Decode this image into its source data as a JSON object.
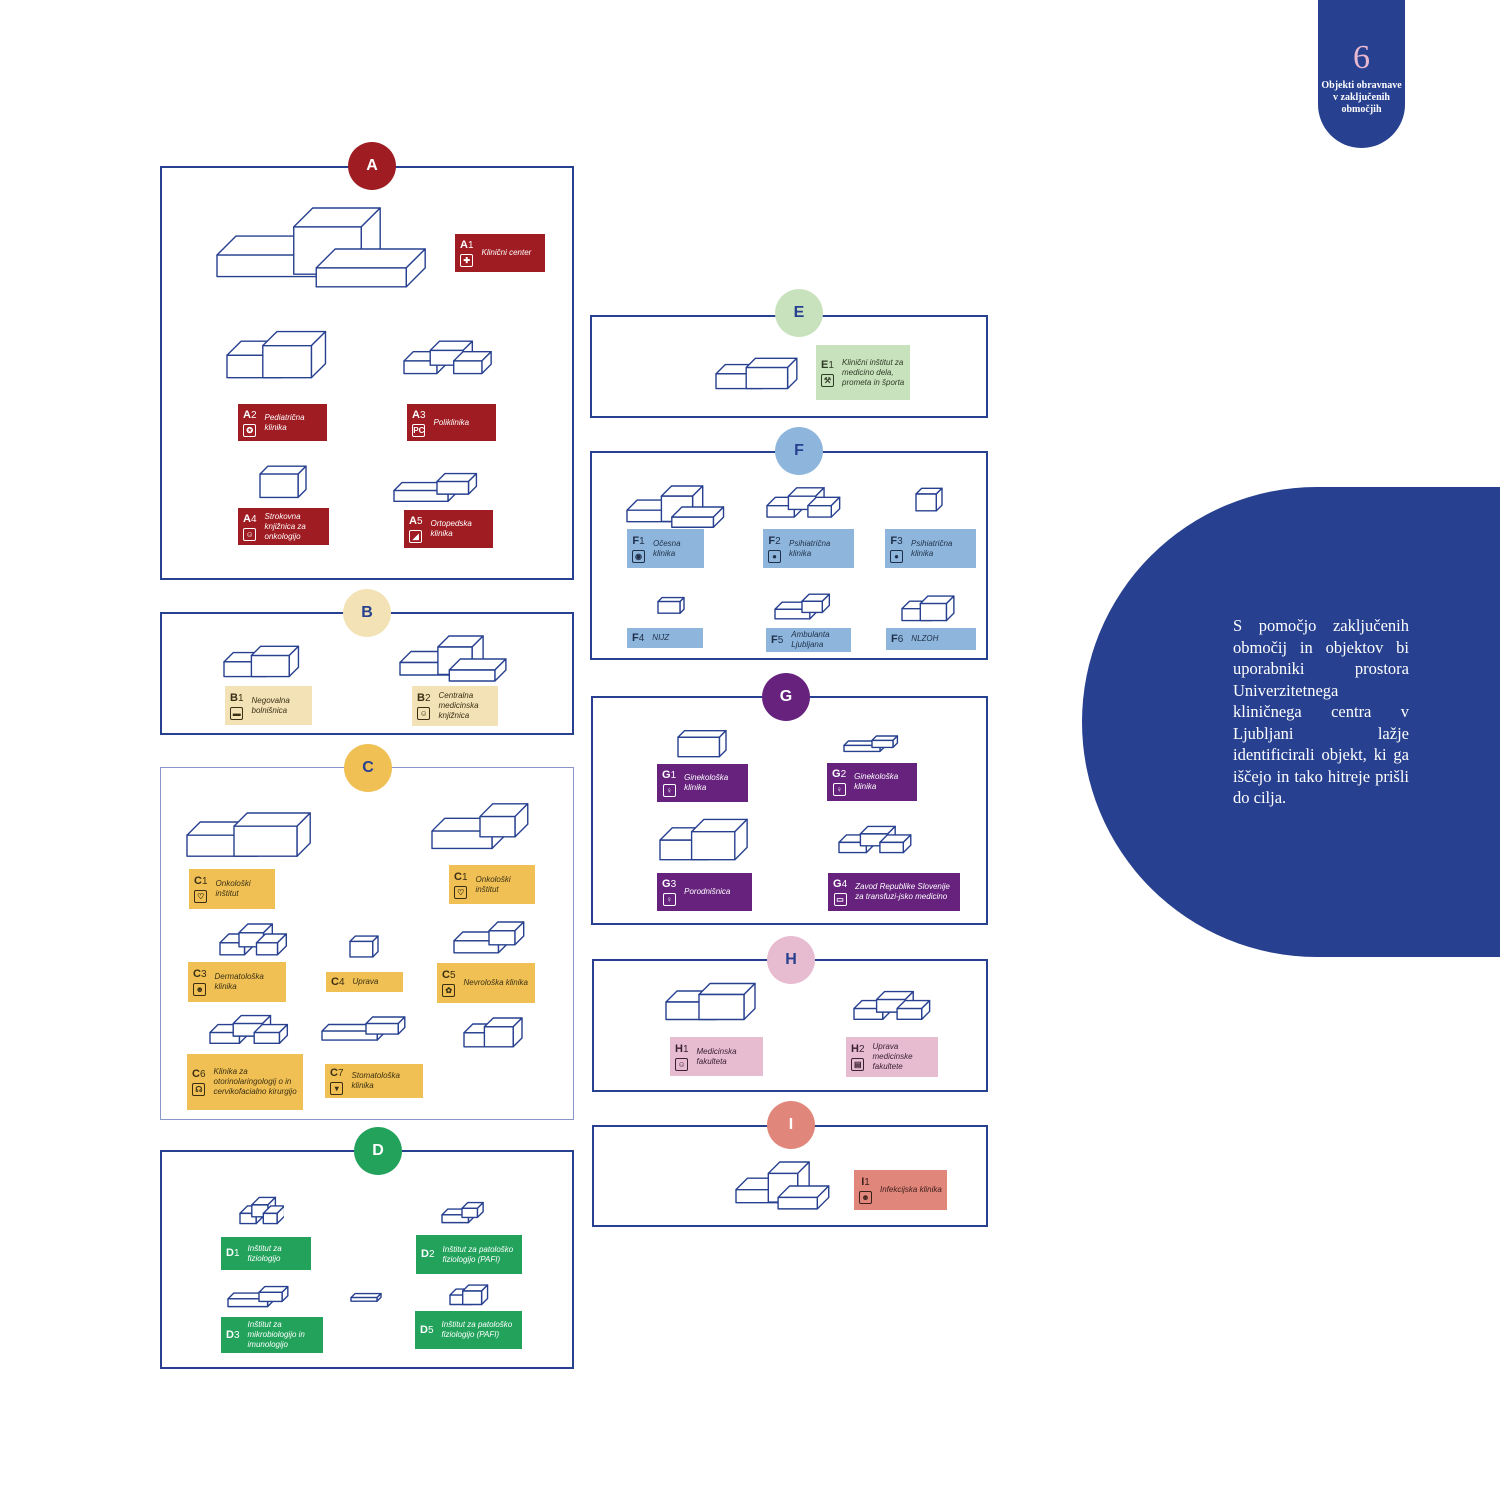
{
  "page_tab": {
    "number": "6",
    "caption": "Objekti obravnave v zaključenih območjih"
  },
  "intro_text": "S pomočjo zaključenih območij in objektov bi uporabniki prostora Univerzitetnega kliničnega centra v Ljubljani lažje identificirali objekt, ki ga iščejo in tako hitreje prišli do cilja.",
  "colors": {
    "navy": "#27408f",
    "A": "#9e1c22",
    "B": "#f2e2b6",
    "C": "#f0c054",
    "D": "#23a25c",
    "E": "#c9e2be",
    "F": "#8eb6dc",
    "G": "#66227d",
    "H": "#e7bcd0",
    "I": "#e1867a"
  },
  "zones": [
    {
      "letter": "A",
      "buildings": [
        {
          "code": "A",
          "num": "1",
          "name": "Klinični center",
          "icon": "cross-icon"
        },
        {
          "code": "A",
          "num": "2",
          "name": "Pediatrična klinika",
          "icon": "medal-icon"
        },
        {
          "code": "A",
          "num": "3",
          "name": "Poliklinika",
          "icon": "pc-icon"
        },
        {
          "code": "A",
          "num": "4",
          "name": "Strokovna knjižnica za onkologijo",
          "icon": "people-icon"
        },
        {
          "code": "A",
          "num": "5",
          "name": "Ortopedska klinika",
          "icon": "bone-icon"
        }
      ]
    },
    {
      "letter": "B",
      "buildings": [
        {
          "code": "B",
          "num": "1",
          "name": "Negovalna bolnišnica",
          "icon": "bed-icon"
        },
        {
          "code": "B",
          "num": "2",
          "name": "Centralna medicinska knjižnica",
          "icon": "people-icon"
        }
      ]
    },
    {
      "letter": "C",
      "buildings": [
        {
          "code": "C",
          "num": "1",
          "name": "Onkološki inštitut",
          "icon": "hands-icon"
        },
        {
          "code": "C",
          "num": "1",
          "name": "Onkološki inštitut",
          "icon": "hands-icon"
        },
        {
          "code": "C",
          "num": "3",
          "name": "Dermatološka klinika",
          "icon": "face-icon"
        },
        {
          "code": "C",
          "num": "4",
          "name": "Uprava",
          "icon": ""
        },
        {
          "code": "C",
          "num": "5",
          "name": "Nevrološka klinika",
          "icon": "brain-icon"
        },
        {
          "code": "C",
          "num": "6",
          "name": "Klinika za otorinolaringologij o in cervikofacialno kirurgijo",
          "icon": "ear-icon"
        },
        {
          "code": "C",
          "num": "7",
          "name": "Stomatološka klinika",
          "icon": "tooth-icon"
        }
      ]
    },
    {
      "letter": "D",
      "buildings": [
        {
          "code": "D",
          "num": "1",
          "name": "Inštitut za fiziologijo",
          "icon": ""
        },
        {
          "code": "D",
          "num": "2",
          "name": "Inštitut za patološko fiziologijo (PAFI)",
          "icon": ""
        },
        {
          "code": "D",
          "num": "3",
          "name": "Inštitut za mikrobiologijo in imunologijo",
          "icon": ""
        },
        {
          "code": "D",
          "num": "5",
          "name": "Inštitut za patološko fiziologijo (PAFI)",
          "icon": ""
        }
      ]
    },
    {
      "letter": "E",
      "buildings": [
        {
          "code": "E",
          "num": "1",
          "name": "Klinični inštitut za medicino dela, prometa in športa",
          "icon": "worker-icon"
        }
      ]
    },
    {
      "letter": "F",
      "buildings": [
        {
          "code": "F",
          "num": "1",
          "name": "Očesna klinika",
          "icon": "eye-icon"
        },
        {
          "code": "F",
          "num": "2",
          "name": "Psihiatrična klinika",
          "icon": "head-icon"
        },
        {
          "code": "F",
          "num": "3",
          "name": "Psihiatrična klinika",
          "icon": "head-icon"
        },
        {
          "code": "F",
          "num": "4",
          "name": "NIJZ",
          "icon": ""
        },
        {
          "code": "F",
          "num": "5",
          "name": "Ambulanta Ljubljana",
          "icon": ""
        },
        {
          "code": "F",
          "num": "6",
          "name": "NLZOH",
          "icon": ""
        }
      ]
    },
    {
      "letter": "G",
      "buildings": [
        {
          "code": "G",
          "num": "1",
          "name": "Ginekološka klinika",
          "icon": "woman-icon"
        },
        {
          "code": "G",
          "num": "2",
          "name": "Ginekološka klinika",
          "icon": "woman-icon"
        },
        {
          "code": "G",
          "num": "3",
          "name": "Porodnišnica",
          "icon": "woman-icon"
        },
        {
          "code": "G",
          "num": "4",
          "name": "Zavod Republike Slovenije za transfuzi-jsko medicino",
          "icon": "blood-icon"
        }
      ]
    },
    {
      "letter": "H",
      "buildings": [
        {
          "code": "H",
          "num": "1",
          "name": "Medicinska fakulteta",
          "icon": "people-icon"
        },
        {
          "code": "H",
          "num": "2",
          "name": "Uprava medicinske fakultete",
          "icon": "office-icon"
        }
      ]
    },
    {
      "letter": "I",
      "buildings": [
        {
          "code": "I",
          "num": "1",
          "name": "Infekcijska klinika",
          "icon": "family-icon"
        }
      ]
    }
  ]
}
